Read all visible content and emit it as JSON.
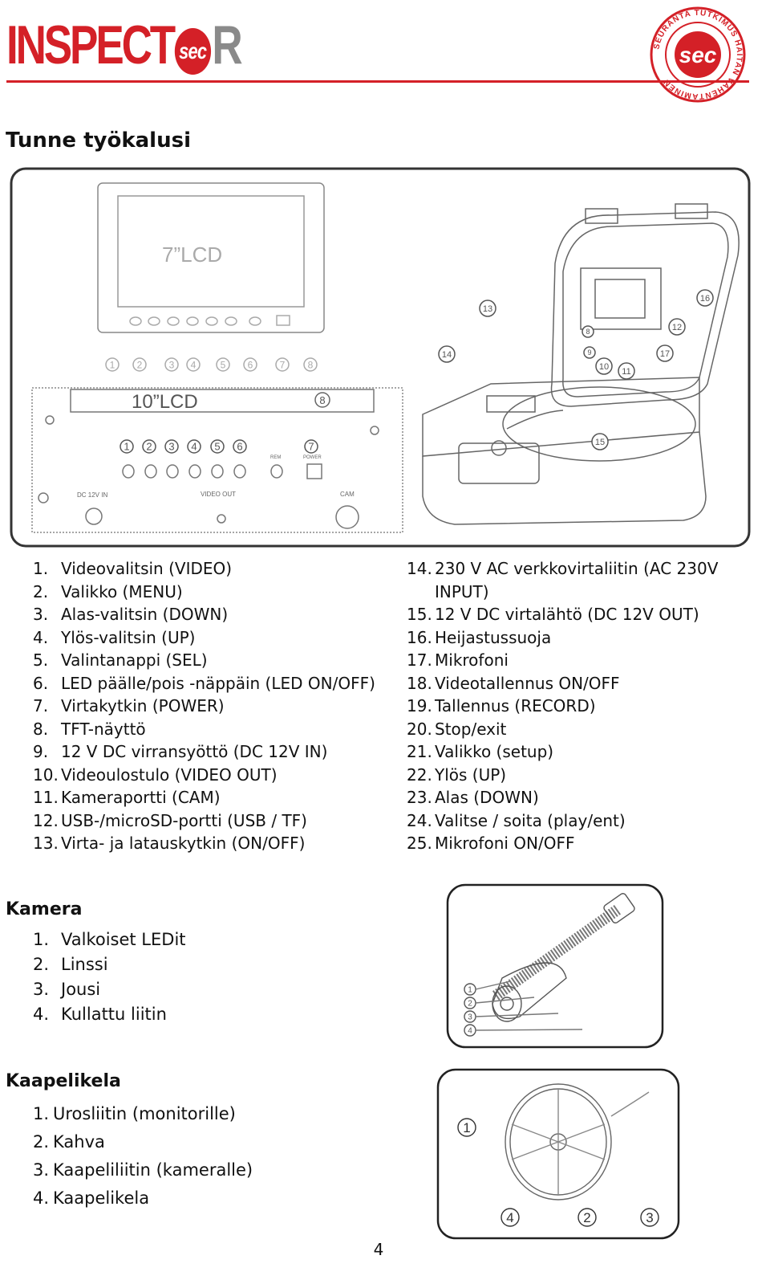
{
  "header": {
    "logo_left": "INSPECT",
    "logo_mid": "sec",
    "logo_right": "R",
    "seal": {
      "ring_text": "SEURANTA TUTKIMUS HAITAN VÄHENTÄMINEN",
      "center": "sec"
    },
    "colors": {
      "brand_red": "#d42027",
      "logo_grey": "#8a8a8a"
    }
  },
  "section_title": "Tunne työkalusi",
  "diagram": {
    "lcd7_label": "7”LCD",
    "lcd10_label": "10”LCD",
    "callouts_top": [
      "1",
      "2",
      "3",
      "4",
      "5",
      "6",
      "7",
      "8"
    ],
    "callouts_panel": [
      "1",
      "2",
      "3",
      "4",
      "5",
      "6",
      "7"
    ],
    "panel_callout_8": "8",
    "case_callouts": [
      "13",
      "14",
      "15",
      "16",
      "8",
      "12",
      "9",
      "10",
      "11",
      "17"
    ],
    "panel_labels": {
      "dc_in": "DC 12V IN",
      "video_out": "VIDEO OUT",
      "cam": "CAM",
      "rem": "REM",
      "power": "POWER"
    }
  },
  "parts_left": [
    {
      "num": "1.",
      "text": "Videovalitsin (VIDEO)"
    },
    {
      "num": "2.",
      "text": "Valikko (MENU)"
    },
    {
      "num": "3.",
      "text": "Alas-valitsin (DOWN)"
    },
    {
      "num": "4.",
      "text": "Ylös-valitsin (UP)"
    },
    {
      "num": "5.",
      "text": "Valintanappi (SEL)"
    },
    {
      "num": "6.",
      "text": "LED päälle/pois -näppäin (LED ON/OFF)"
    },
    {
      "num": "7.",
      "text": "Virtakytkin (POWER)"
    },
    {
      "num": "8.",
      "text": "TFT-näyttö"
    },
    {
      "num": "9.",
      "text": "12 V DC virransyöttö (DC 12V IN)"
    },
    {
      "num": "10.",
      "text": "Videoulostulo (VIDEO OUT)"
    },
    {
      "num": "11.",
      "text": "Kameraportti (CAM)"
    },
    {
      "num": "12.",
      "text": "USB-/microSD-portti (USB / TF)"
    },
    {
      "num": "13.",
      "text": "Virta- ja latauskytkin (ON/OFF)"
    }
  ],
  "parts_right": [
    {
      "num": "14.",
      "text": "230 V AC verkkovirtaliitin (AC 230V INPUT)"
    },
    {
      "num": "15.",
      "text": "12 V DC virtalähtö (DC 12V OUT)"
    },
    {
      "num": "16.",
      "text": "Heijastussuoja"
    },
    {
      "num": "17.",
      "text": "Mikrofoni"
    },
    {
      "num": "18.",
      "text": "Videotallennus ON/OFF"
    },
    {
      "num": "19.",
      "text": "Tallennus (RECORD)"
    },
    {
      "num": "20.",
      "text": "Stop/exit"
    },
    {
      "num": "21.",
      "text": "Valikko (setup)"
    },
    {
      "num": "22.",
      "text": "Ylös (UP)"
    },
    {
      "num": "23.",
      "text": "Alas (DOWN)"
    },
    {
      "num": "24.",
      "text": "Valitse / soita (play/ent)"
    },
    {
      "num": "25.",
      "text": "Mikrofoni ON/OFF"
    }
  ],
  "camera": {
    "title": "Kamera",
    "items": [
      {
        "num": "1.",
        "text": "Valkoiset LEDit"
      },
      {
        "num": "2.",
        "text": "Linssi"
      },
      {
        "num": "3.",
        "text": "Jousi"
      },
      {
        "num": "4.",
        "text": "Kullattu liitin"
      }
    ],
    "figure_callouts": [
      "1",
      "2",
      "3",
      "4"
    ]
  },
  "reel": {
    "title": "Kaapelikela",
    "items": [
      {
        "num": "1.",
        "text": "Urosliitin (monitorille)"
      },
      {
        "num": "2.",
        "text": "Kahva"
      },
      {
        "num": "3.",
        "text": "Kaapeliliitin (kameralle)"
      },
      {
        "num": "4.",
        "text": "Kaapelikela"
      }
    ],
    "figure_callouts": [
      "1",
      "4",
      "2",
      "3"
    ]
  },
  "page_number": "4"
}
